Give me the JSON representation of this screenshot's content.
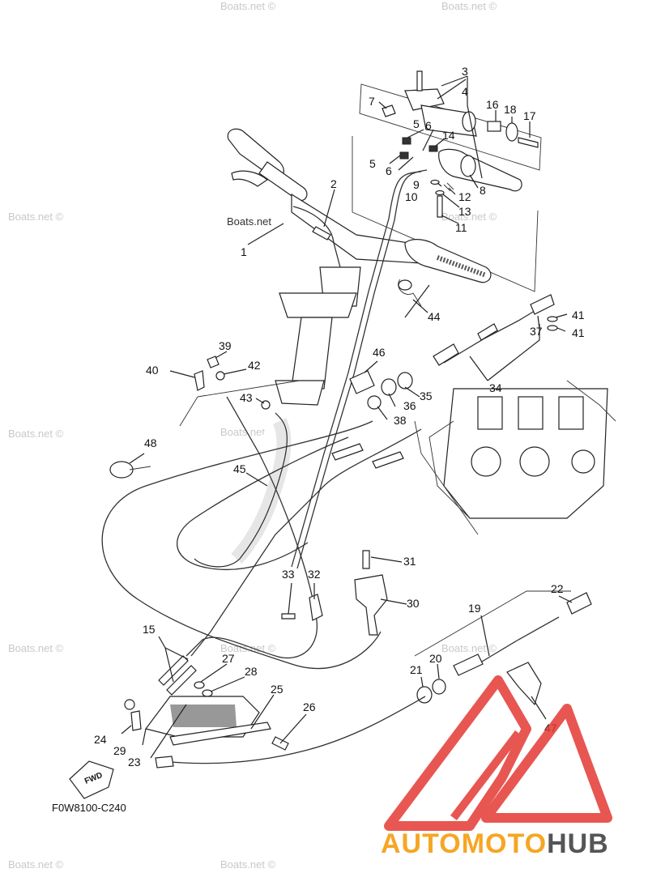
{
  "drawing_code": "F0W8100-C240",
  "fwd_label": "FWD",
  "watermark_text": "Boats.net ©",
  "watermark_inline": "Boats.net",
  "brand": {
    "part1": "AUTOMOTO",
    "part2": "HUB",
    "color1": "#f5a623",
    "color2": "#555555",
    "logo_color": "#e53935"
  },
  "part_labels": [
    {
      "id": "p1",
      "text": "1"
    },
    {
      "id": "p2",
      "text": "2"
    },
    {
      "id": "p3",
      "text": "3"
    },
    {
      "id": "p4",
      "text": "4"
    },
    {
      "id": "p5a",
      "text": "5"
    },
    {
      "id": "p5b",
      "text": "5"
    },
    {
      "id": "p6a",
      "text": "6"
    },
    {
      "id": "p6b",
      "text": "6"
    },
    {
      "id": "p7",
      "text": "7"
    },
    {
      "id": "p8",
      "text": "8"
    },
    {
      "id": "p9",
      "text": "9"
    },
    {
      "id": "p10",
      "text": "10"
    },
    {
      "id": "p11",
      "text": "11"
    },
    {
      "id": "p12",
      "text": "12"
    },
    {
      "id": "p13",
      "text": "13"
    },
    {
      "id": "p14",
      "text": "14"
    },
    {
      "id": "p15",
      "text": "15"
    },
    {
      "id": "p16",
      "text": "16"
    },
    {
      "id": "p17",
      "text": "17"
    },
    {
      "id": "p18",
      "text": "18"
    },
    {
      "id": "p19",
      "text": "19"
    },
    {
      "id": "p20",
      "text": "20"
    },
    {
      "id": "p21",
      "text": "21"
    },
    {
      "id": "p22",
      "text": "22"
    },
    {
      "id": "p23",
      "text": "23"
    },
    {
      "id": "p24",
      "text": "24"
    },
    {
      "id": "p25",
      "text": "25"
    },
    {
      "id": "p26",
      "text": "26"
    },
    {
      "id": "p27",
      "text": "27"
    },
    {
      "id": "p28",
      "text": "28"
    },
    {
      "id": "p29",
      "text": "29"
    },
    {
      "id": "p30",
      "text": "30"
    },
    {
      "id": "p31",
      "text": "31"
    },
    {
      "id": "p32",
      "text": "32"
    },
    {
      "id": "p33",
      "text": "33"
    },
    {
      "id": "p34",
      "text": "34"
    },
    {
      "id": "p35",
      "text": "35"
    },
    {
      "id": "p36",
      "text": "36"
    },
    {
      "id": "p37",
      "text": "37"
    },
    {
      "id": "p38",
      "text": "38"
    },
    {
      "id": "p39",
      "text": "39"
    },
    {
      "id": "p40",
      "text": "40"
    },
    {
      "id": "p41a",
      "text": "41"
    },
    {
      "id": "p41b",
      "text": "41"
    },
    {
      "id": "p42",
      "text": "42"
    },
    {
      "id": "p43",
      "text": "43"
    },
    {
      "id": "p44",
      "text": "44"
    },
    {
      "id": "p45",
      "text": "45"
    },
    {
      "id": "p46",
      "text": "46"
    },
    {
      "id": "p47",
      "text": "47"
    },
    {
      "id": "p48",
      "text": "48"
    }
  ]
}
